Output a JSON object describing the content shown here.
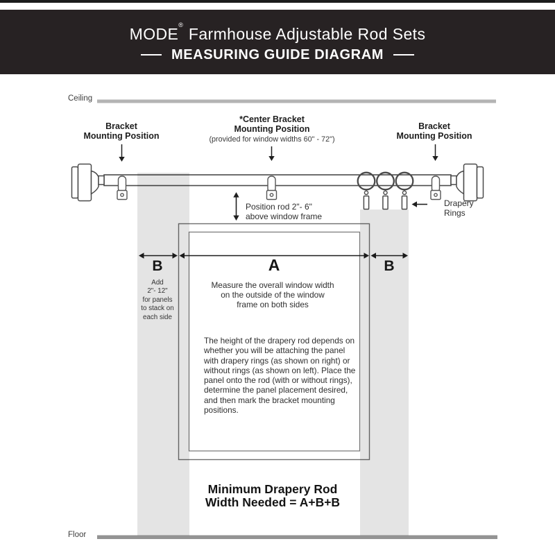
{
  "banner": {
    "brand": "MODE",
    "registered_mark": "®",
    "title": "Farmhouse Adjustable Rod Sets",
    "subtitle": "MEASURING GUIDE DIAGRAM"
  },
  "scene": {
    "ceiling_label": "Ceiling",
    "floor_label": "Floor"
  },
  "bracket_labels": {
    "left": "Bracket\nMounting Position",
    "center_title": "*Center Bracket\nMounting Position",
    "center_note": "(provided for window widths 60\" - 72\")",
    "right": "Bracket\nMounting Position"
  },
  "annotations": {
    "rod_position_note": "Position rod 2\"- 6\"\nabove window frame",
    "drapery_rings_label": "Drapery\nRings"
  },
  "measurements": {
    "a_label": "A",
    "b_left_label": "B",
    "b_right_label": "B",
    "b_note": "Add\n2\"- 12\"\nfor panels\nto stack on\neach side",
    "a_note": "Measure the overall window width\non the outside of the window\nframe on both sides",
    "instructions": "The height of the drapery rod depends on whether you will be attaching the panel with drapery rings (as shown on right) or without rings (as shown on left). Place the panel onto the rod (with or without rings), determine the panel placement desired, and then mark the bracket mounting positions.",
    "formula": "Minimum Drapery Rod\nWidth Needed = A+B+B"
  },
  "colors": {
    "banner_bg": "#272223",
    "diagram_line": "#4a4a4a",
    "panel_fill": "#e3e3e3",
    "ceiling_bar": "#b4b4b4",
    "floor_bar": "#939393",
    "text": "#2b2b2b"
  }
}
